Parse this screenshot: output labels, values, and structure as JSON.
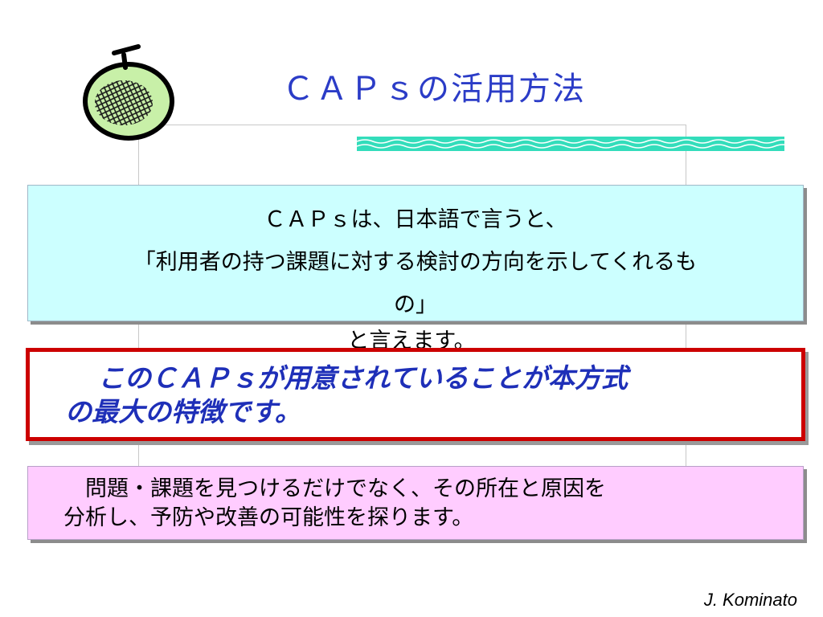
{
  "slide": {
    "title": "ＣＡＰｓの活用方法",
    "box1": {
      "line1": "ＣＡＰｓは、日本語で言うと、",
      "line2": "「利用者の持つ課題に対する検討の方向を示してくれるも",
      "line3": "の」",
      "line4": "と言えます。"
    },
    "box2": {
      "line1": "　このＣＡＰｓが用意されていることが本方式",
      "line2": "の最大の特徴です。"
    },
    "box3": {
      "line1": "　問題・課題を見つけるだけでなく、その所在と原因を",
      "line2": "分析し、予防や改善の可能性を探ります。"
    },
    "author": "J. Kominato"
  },
  "icons": {
    "logo": "melon-icon",
    "decoration": "wave-bar"
  },
  "colors": {
    "title": "#2b3cc7",
    "box1_bg": "#ccffff",
    "box2_border": "#cc0000",
    "box2_text": "#1e2fb8",
    "box3_bg": "#ffccff",
    "wave": "#33ddbb"
  }
}
